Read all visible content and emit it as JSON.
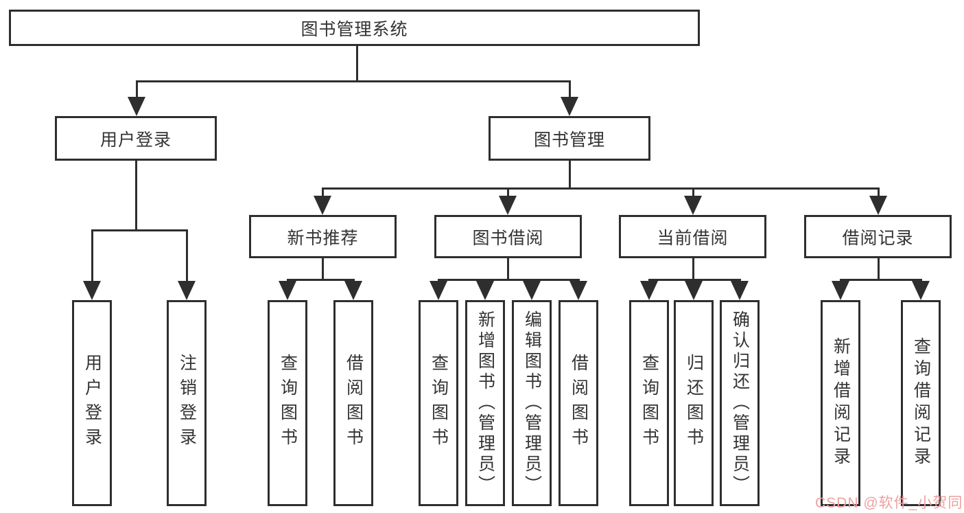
{
  "diagram_title": "图书管理系统",
  "root": {
    "label": "图书管理系统"
  },
  "level1": [
    {
      "label": "用户登录"
    },
    {
      "label": "图书管理"
    }
  ],
  "level2": [
    {
      "label": "新书推荐",
      "parent": "图书管理"
    },
    {
      "label": "图书借阅",
      "parent": "图书管理"
    },
    {
      "label": "当前借阅",
      "parent": "图书管理"
    },
    {
      "label": "借阅记录",
      "parent": "图书管理"
    }
  ],
  "leaves": [
    {
      "label": "用户登录",
      "parent": "用户登录"
    },
    {
      "label": "注销登录",
      "parent": "用户登录"
    },
    {
      "label": "查询图书",
      "parent": "新书推荐"
    },
    {
      "label": "借阅图书",
      "parent": "新书推荐"
    },
    {
      "label": "查询图书",
      "parent": "图书借阅"
    },
    {
      "label": "新增图书（管理员）",
      "parent": "图书借阅"
    },
    {
      "label": "编辑图书（管理员）",
      "parent": "图书借阅"
    },
    {
      "label": "借阅图书",
      "parent": "图书借阅"
    },
    {
      "label": "查询图书",
      "parent": "当前借阅"
    },
    {
      "label": "归还图书",
      "parent": "当前借阅"
    },
    {
      "label": "确认归还（管理员）",
      "parent": "当前借阅"
    },
    {
      "label": "新增借阅记录",
      "parent": "借阅记录"
    },
    {
      "label": "查询借阅记录",
      "parent": "借阅记录"
    }
  ],
  "watermark": "CSDN @软件_小贺同学",
  "colors": {
    "line": "#2e2e2e",
    "text": "#333333",
    "box_background": "#ffffff",
    "watermark": "#ef9f9f"
  }
}
